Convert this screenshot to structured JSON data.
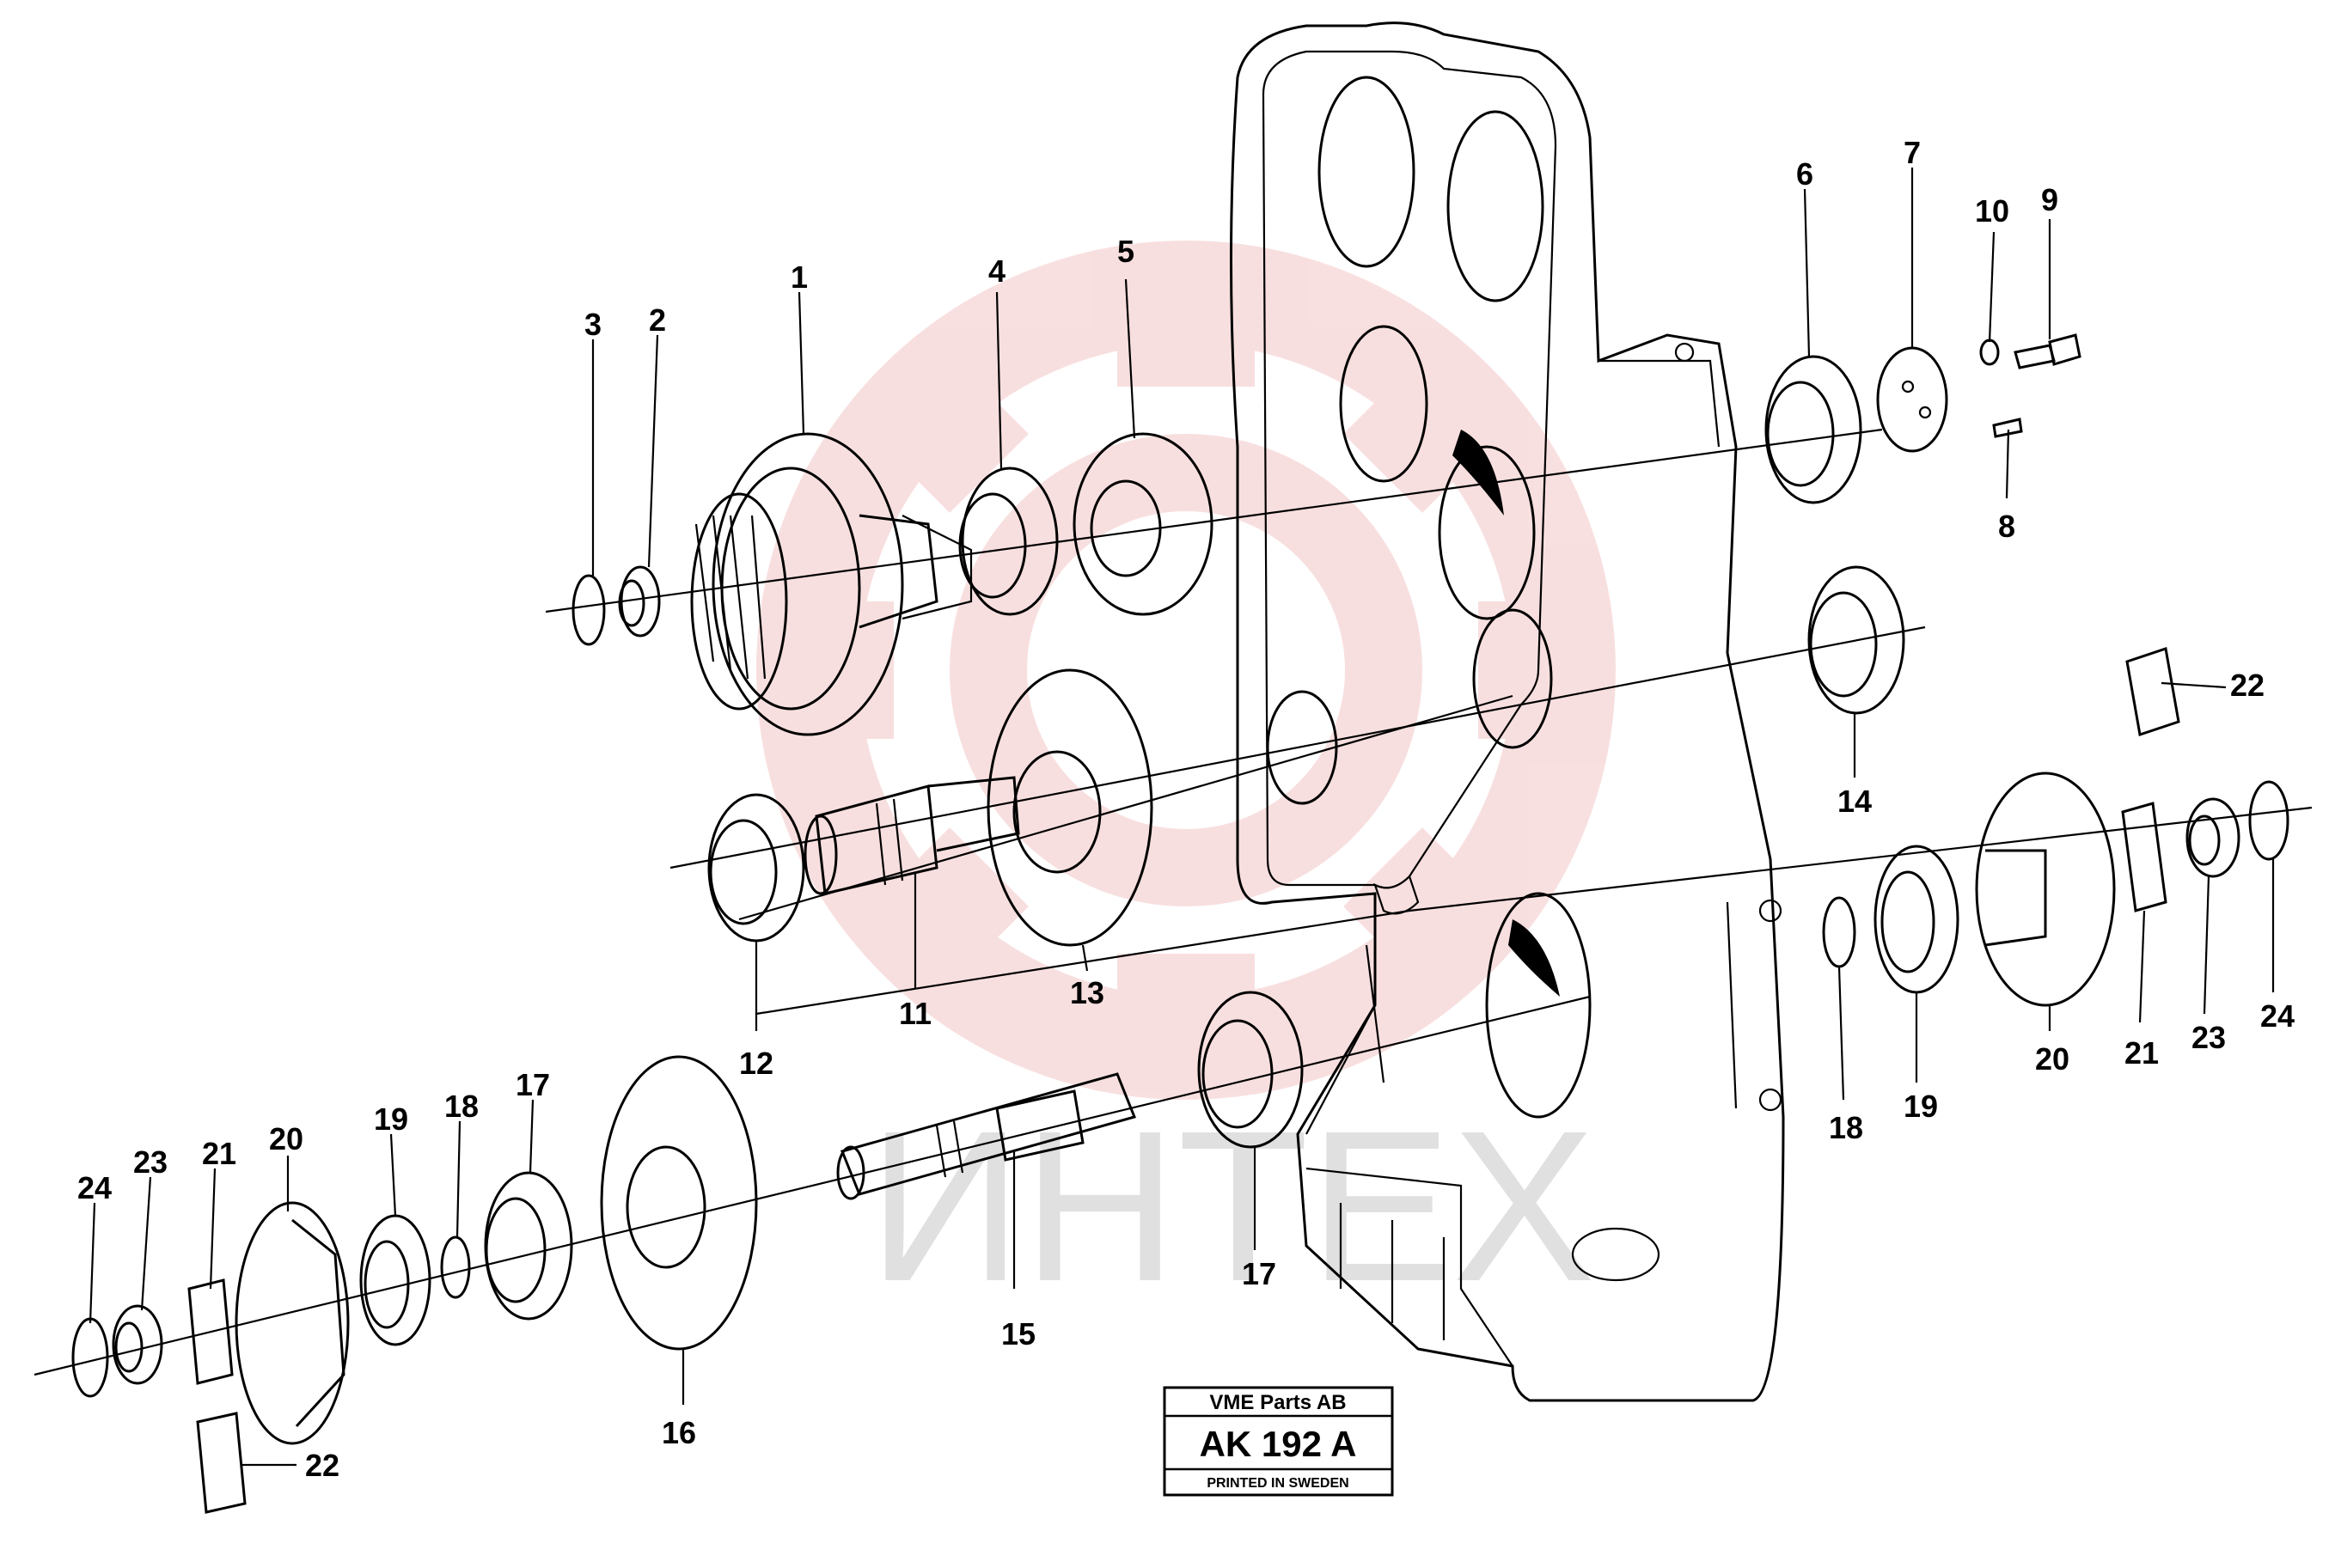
{
  "watermark": {
    "text": "ИНТЕХ",
    "logo_color": "#f4c6c6",
    "text_color": "#c8c8c8"
  },
  "title_block": {
    "company": "VME Parts AB",
    "code": "AK 192 A",
    "footer": "PRINTED IN SWEDEN"
  },
  "callouts": [
    {
      "id": "c3",
      "text": "3"
    },
    {
      "id": "c2",
      "text": "2"
    },
    {
      "id": "c1",
      "text": "1"
    },
    {
      "id": "c4",
      "text": "4"
    },
    {
      "id": "c5",
      "text": "5"
    },
    {
      "id": "c6",
      "text": "6"
    },
    {
      "id": "c7",
      "text": "7"
    },
    {
      "id": "c10",
      "text": "10"
    },
    {
      "id": "c9",
      "text": "9"
    },
    {
      "id": "c8",
      "text": "8"
    },
    {
      "id": "c22a",
      "text": "22"
    },
    {
      "id": "c14",
      "text": "14"
    },
    {
      "id": "c12",
      "text": "12"
    },
    {
      "id": "c11",
      "text": "11"
    },
    {
      "id": "c13",
      "text": "13"
    },
    {
      "id": "c18a",
      "text": "18"
    },
    {
      "id": "c19a",
      "text": "19"
    },
    {
      "id": "c20a",
      "text": "20"
    },
    {
      "id": "c21a",
      "text": "21"
    },
    {
      "id": "c23a",
      "text": "23"
    },
    {
      "id": "c24a",
      "text": "24"
    },
    {
      "id": "c17a",
      "text": "17"
    },
    {
      "id": "c15",
      "text": "15"
    },
    {
      "id": "c16",
      "text": "16"
    },
    {
      "id": "c17b",
      "text": "17"
    },
    {
      "id": "c18b",
      "text": "18"
    },
    {
      "id": "c19b",
      "text": "19"
    },
    {
      "id": "c20b",
      "text": "20"
    },
    {
      "id": "c21b",
      "text": "21"
    },
    {
      "id": "c23b",
      "text": "23"
    },
    {
      "id": "c24b",
      "text": "24"
    },
    {
      "id": "c22b",
      "text": "22"
    }
  ]
}
